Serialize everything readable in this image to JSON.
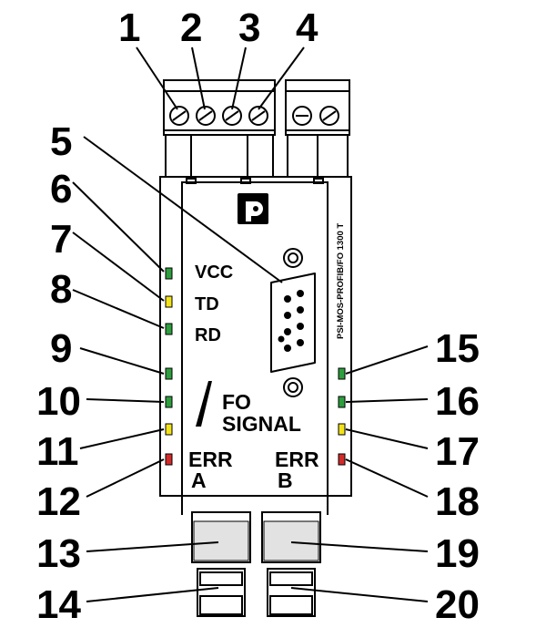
{
  "device": {
    "model_label": "PSI-MOS-PROFIB/FO 1300 T",
    "labels": {
      "vcc": "VCC",
      "td": "TD",
      "rd": "RD",
      "fo": "FO",
      "signal": "SIGNAL",
      "err_a_line1": "ERR",
      "err_a_line2": "A",
      "err_b_line1": "ERR",
      "err_b_line2": "B"
    },
    "icons": {
      "logo": "phoenix-contact-logo-icon",
      "dsub": "dsub-9-connector-icon",
      "signal": "signal-wedge-icon"
    }
  },
  "callouts": [
    {
      "id": "1",
      "text": "1"
    },
    {
      "id": "2",
      "text": "2"
    },
    {
      "id": "3",
      "text": "3"
    },
    {
      "id": "4",
      "text": "4"
    },
    {
      "id": "5",
      "text": "5"
    },
    {
      "id": "6",
      "text": "6"
    },
    {
      "id": "7",
      "text": "7"
    },
    {
      "id": "8",
      "text": "8"
    },
    {
      "id": "9",
      "text": "9"
    },
    {
      "id": "10",
      "text": "10"
    },
    {
      "id": "11",
      "text": "11"
    },
    {
      "id": "12",
      "text": "12"
    },
    {
      "id": "13",
      "text": "13"
    },
    {
      "id": "14",
      "text": "14"
    },
    {
      "id": "15",
      "text": "15"
    },
    {
      "id": "16",
      "text": "16"
    },
    {
      "id": "17",
      "text": "17"
    },
    {
      "id": "18",
      "text": "18"
    },
    {
      "id": "19",
      "text": "19"
    },
    {
      "id": "20",
      "text": "20"
    }
  ],
  "led_colors": {
    "green": "#2e9e3e",
    "yellow": "#f2e21b",
    "red": "#d22b2b"
  },
  "leds": [
    {
      "name": "vcc-led",
      "color": "green"
    },
    {
      "name": "td-led",
      "color": "yellow"
    },
    {
      "name": "rd-led",
      "color": "green"
    },
    {
      "name": "fo-signal-a-led-1",
      "color": "green"
    },
    {
      "name": "fo-signal-a-led-2",
      "color": "green"
    },
    {
      "name": "fo-signal-a-led-3",
      "color": "yellow"
    },
    {
      "name": "err-a-led",
      "color": "red"
    },
    {
      "name": "fo-signal-b-led-1",
      "color": "green"
    },
    {
      "name": "fo-signal-b-led-2",
      "color": "green"
    },
    {
      "name": "fo-signal-b-led-3",
      "color": "yellow"
    },
    {
      "name": "err-b-led",
      "color": "red"
    }
  ]
}
